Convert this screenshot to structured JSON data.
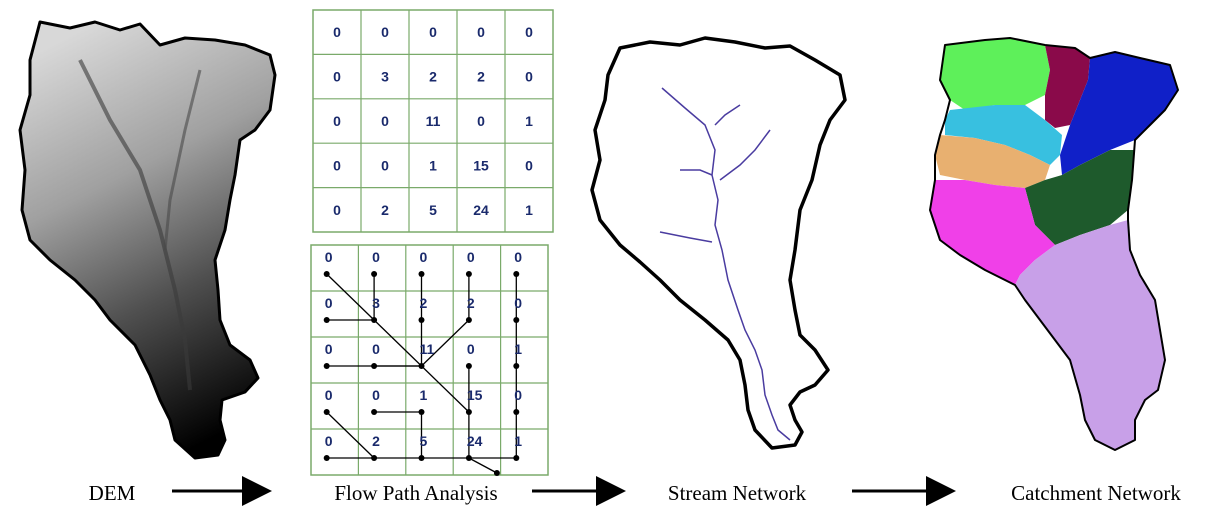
{
  "grid_values": [
    [
      "0",
      "0",
      "0",
      "0",
      "0"
    ],
    [
      "0",
      "3",
      "2",
      "2",
      "0"
    ],
    [
      "0",
      "0",
      "11",
      "0",
      "1"
    ],
    [
      "0",
      "0",
      "1",
      "15",
      "0"
    ],
    [
      "0",
      "2",
      "5",
      "24",
      "1"
    ]
  ],
  "flow_grid_values": [
    [
      "0",
      "0",
      "0",
      "0",
      "0"
    ],
    [
      "0",
      "3",
      "2",
      "2",
      "0"
    ],
    [
      "0",
      "0",
      "11",
      "0",
      "1"
    ],
    [
      "0",
      "0",
      "1",
      "15",
      "0"
    ],
    [
      "0",
      "2",
      "5",
      "24",
      "1"
    ]
  ],
  "captions": {
    "dem": "DEM",
    "flow": "Flow Path Analysis",
    "stream": "Stream Network",
    "catchment": "Catchment Network"
  },
  "colors": {
    "grid_line": "#7aaa6a",
    "grid_text": "#1a2a6c",
    "stream": "#4a3ca0",
    "catchments": [
      "#5ef05a",
      "#8a0a4a",
      "#1020c8",
      "#38c0e0",
      "#e8b070",
      "#1e5a2c",
      "#f040e8",
      "#c8a0e8"
    ]
  },
  "icons": {
    "arrow": "right-arrow-icon"
  }
}
